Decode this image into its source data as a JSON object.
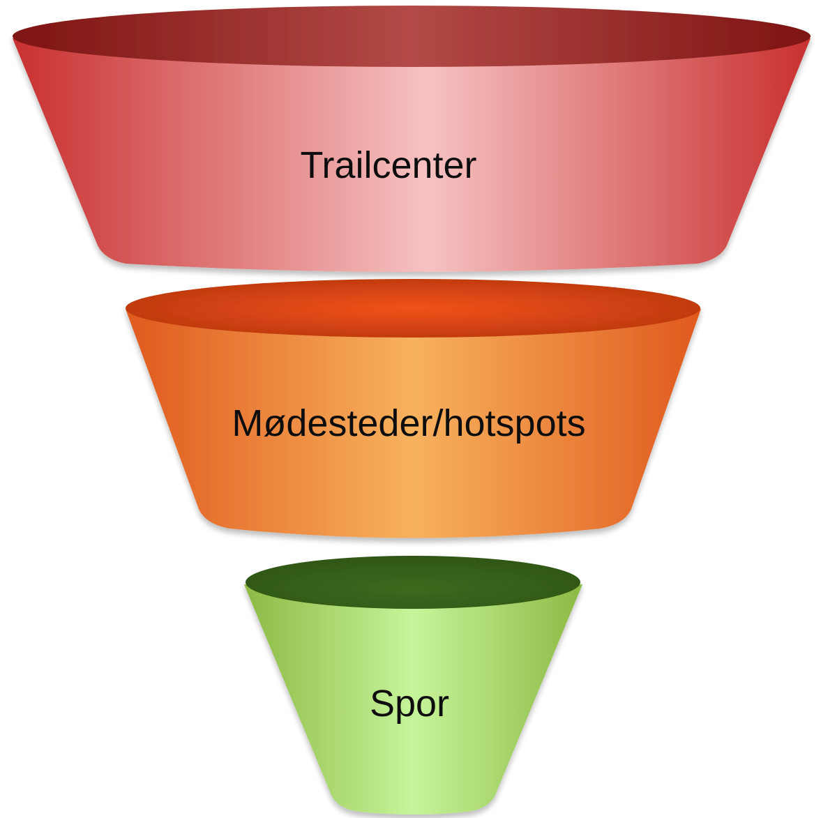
{
  "segments": [
    {
      "label": "Trailcenter",
      "colors": {
        "edge": "#c8302f",
        "mid": "#f6c2c2",
        "rim_dark": "#7e1412",
        "rim_light": "#b24a46",
        "lip": "#f08a88"
      }
    },
    {
      "label": "Mødesteder/hotspots",
      "colors": {
        "edge": "#e0591e",
        "mid": "#f7b25e",
        "rim_dark": "#b8360e",
        "rim_light": "#f2521a",
        "lip": "#f29356"
      }
    },
    {
      "label": "Spor",
      "colors": {
        "edge": "#8dba44",
        "mid": "#c6f49a",
        "rim_dark": "#2f5616",
        "rim_light": "#3d6a1f",
        "lip": "#b7dc78"
      }
    }
  ]
}
